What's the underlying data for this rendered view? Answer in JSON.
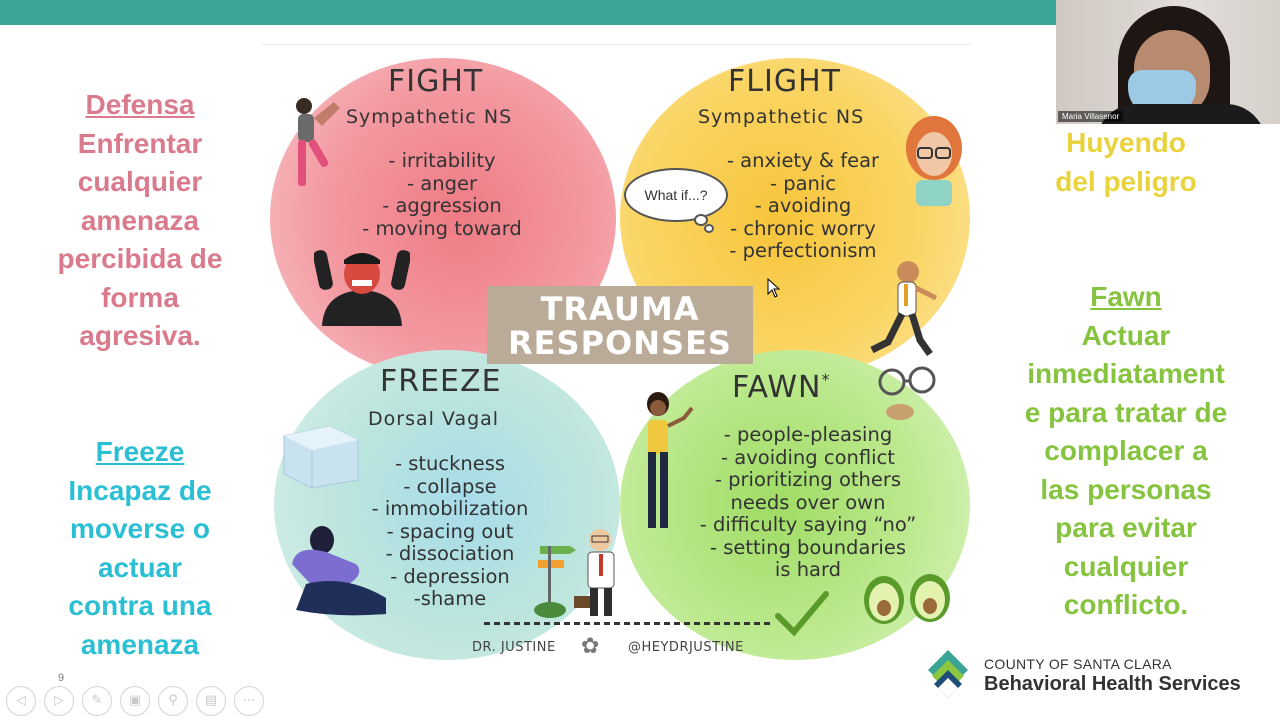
{
  "video": {
    "participant_name": "Maria Villasenor"
  },
  "left_notes": {
    "fight": {
      "heading": "Defensa",
      "lines": [
        "Enfrentar",
        "cualquier",
        "amenaza",
        "percibida de",
        "forma",
        "agresiva."
      ]
    },
    "freeze": {
      "heading": "Freeze",
      "lines": [
        "Incapaz de",
        "moverse o",
        "actuar",
        "contra una",
        "amenaza"
      ]
    }
  },
  "right_notes": {
    "flight": {
      "lines": [
        "Huyendo",
        "del peligro"
      ]
    },
    "fawn": {
      "heading": "Fawn",
      "lines": [
        "Actuar",
        "inmediatament",
        "e para tratar de",
        "complacer a",
        "las personas",
        "para evitar",
        "cualquier",
        "conflicto."
      ]
    }
  },
  "infographic": {
    "center_title": [
      "TRAUMA",
      "RESPONSES"
    ],
    "fight": {
      "title": "FIGHT",
      "subtitle": "Sympathetic NS",
      "items": [
        "- irritability",
        "- anger",
        "- aggression",
        "- moving toward"
      ]
    },
    "flight": {
      "title": "FLIGHT",
      "subtitle": "Sympathetic NS",
      "items": [
        "- anxiety & fear",
        "- panic",
        "- avoiding",
        "- chronic worry",
        "- perfectionism"
      ],
      "thought_bubble": "What if...?"
    },
    "freeze": {
      "title": "FREEZE",
      "subtitle": "Dorsal Vagal",
      "items": [
        "- stuckness",
        "- collapse",
        "- immobilization",
        "- spacing out",
        "- dissociation",
        "- depression",
        "-shame"
      ]
    },
    "fawn": {
      "title": "FAWN",
      "title_mark": "*",
      "items": [
        "- people-pleasing",
        "- avoiding conflict",
        "- prioritizing others",
        "needs over own",
        "- difficulty saying “no”",
        "- setting boundaries",
        "is hard"
      ]
    },
    "credit_left": "DR. JUSTINE",
    "credit_right": "@HEYDRJUSTINE"
  },
  "slide_number": "9",
  "controls": [
    {
      "name": "previous-slide-button",
      "icon": "◁"
    },
    {
      "name": "next-slide-button",
      "icon": "▷"
    },
    {
      "name": "pen-tool-button",
      "icon": "✎"
    },
    {
      "name": "slides-overview-button",
      "icon": "▣"
    },
    {
      "name": "zoom-button",
      "icon": "⚲"
    },
    {
      "name": "subtitles-button",
      "icon": "▤"
    },
    {
      "name": "more-options-button",
      "icon": "⋯"
    }
  ],
  "logo": {
    "line1": "COUNTY OF SANTA CLARA",
    "line2": "Behavioral Health Services"
  },
  "colors": {
    "topbar": "#3aa597",
    "fight_text": "#d97b8c",
    "freeze_text": "#2bbfd4",
    "flight_text": "#ead23a",
    "fawn_text": "#86c440"
  }
}
